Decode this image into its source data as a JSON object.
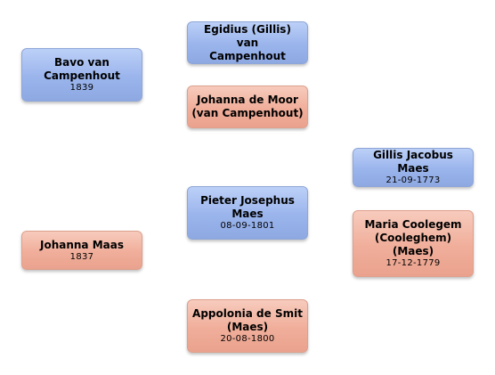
{
  "people": {
    "bavo": {
      "name": "Bavo van\nCampenhout",
      "date": "1839"
    },
    "johanna_maas": {
      "name": "Johanna Maas",
      "date": "1837"
    },
    "egidius": {
      "name": "Egidius (Gillis) van\nCampenhout",
      "date": ""
    },
    "johanna_de_moor": {
      "name": "Johanna de Moor\n(van Campenhout)",
      "date": ""
    },
    "pieter": {
      "name": "Pieter Josephus\nMaes",
      "date": "08-09-1801"
    },
    "appolonia": {
      "name": "Appolonia de Smit\n(Maes)",
      "date": "20-08-1800"
    },
    "gillis_jacobus": {
      "name": "Gillis Jacobus Maes",
      "date": "21-09-1773"
    },
    "maria": {
      "name": "Maria Coolegem\n(Cooleghem)\n(Maes)",
      "date": "17-12-1779"
    }
  },
  "colors": {
    "male": "#9ab4ec",
    "female": "#f0ae9a"
  }
}
